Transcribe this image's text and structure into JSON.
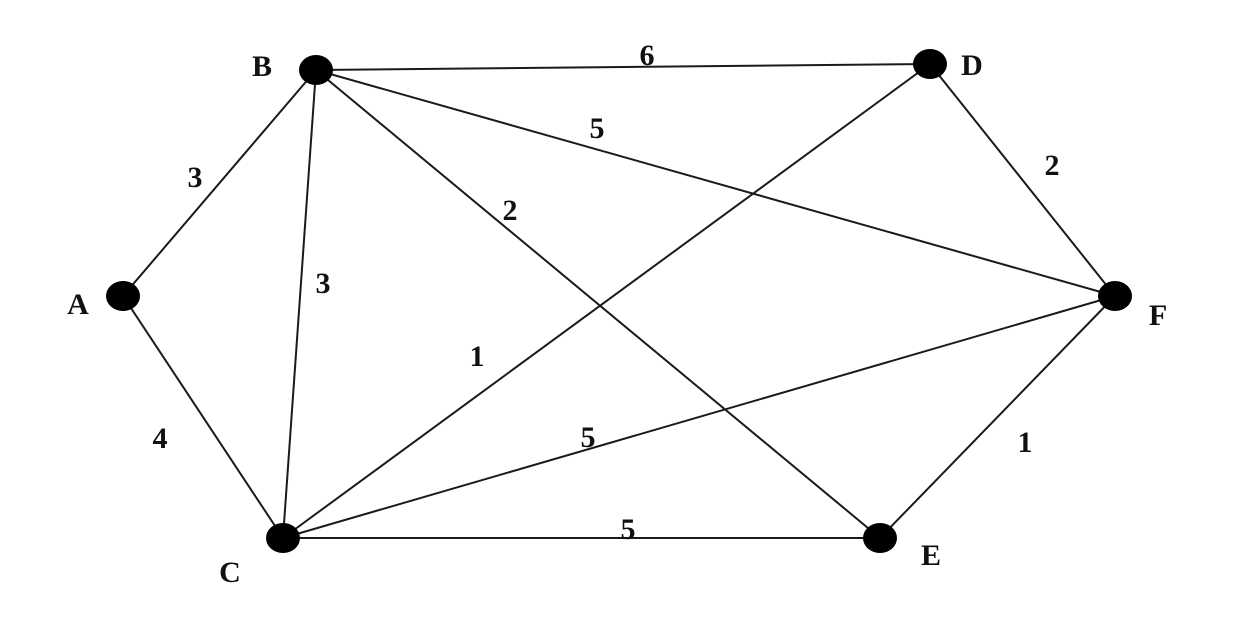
{
  "graph": {
    "vertices": [
      {
        "id": "A",
        "label": "A"
      },
      {
        "id": "B",
        "label": "B"
      },
      {
        "id": "C",
        "label": "C"
      },
      {
        "id": "D",
        "label": "D"
      },
      {
        "id": "E",
        "label": "E"
      },
      {
        "id": "F",
        "label": "F"
      }
    ],
    "edges": [
      {
        "from": "B",
        "to": "D",
        "weight": "6"
      },
      {
        "from": "B",
        "to": "F",
        "weight": "5"
      },
      {
        "from": "D",
        "to": "F",
        "weight": "2"
      },
      {
        "from": "A",
        "to": "B",
        "weight": "3"
      },
      {
        "from": "B",
        "to": "E",
        "weight": "2"
      },
      {
        "from": "B",
        "to": "C",
        "weight": "3"
      },
      {
        "from": "C",
        "to": "D",
        "weight": "1"
      },
      {
        "from": "A",
        "to": "C",
        "weight": "4"
      },
      {
        "from": "C",
        "to": "F",
        "weight": "5"
      },
      {
        "from": "E",
        "to": "F",
        "weight": "1"
      },
      {
        "from": "C",
        "to": "E",
        "weight": "5"
      }
    ]
  }
}
